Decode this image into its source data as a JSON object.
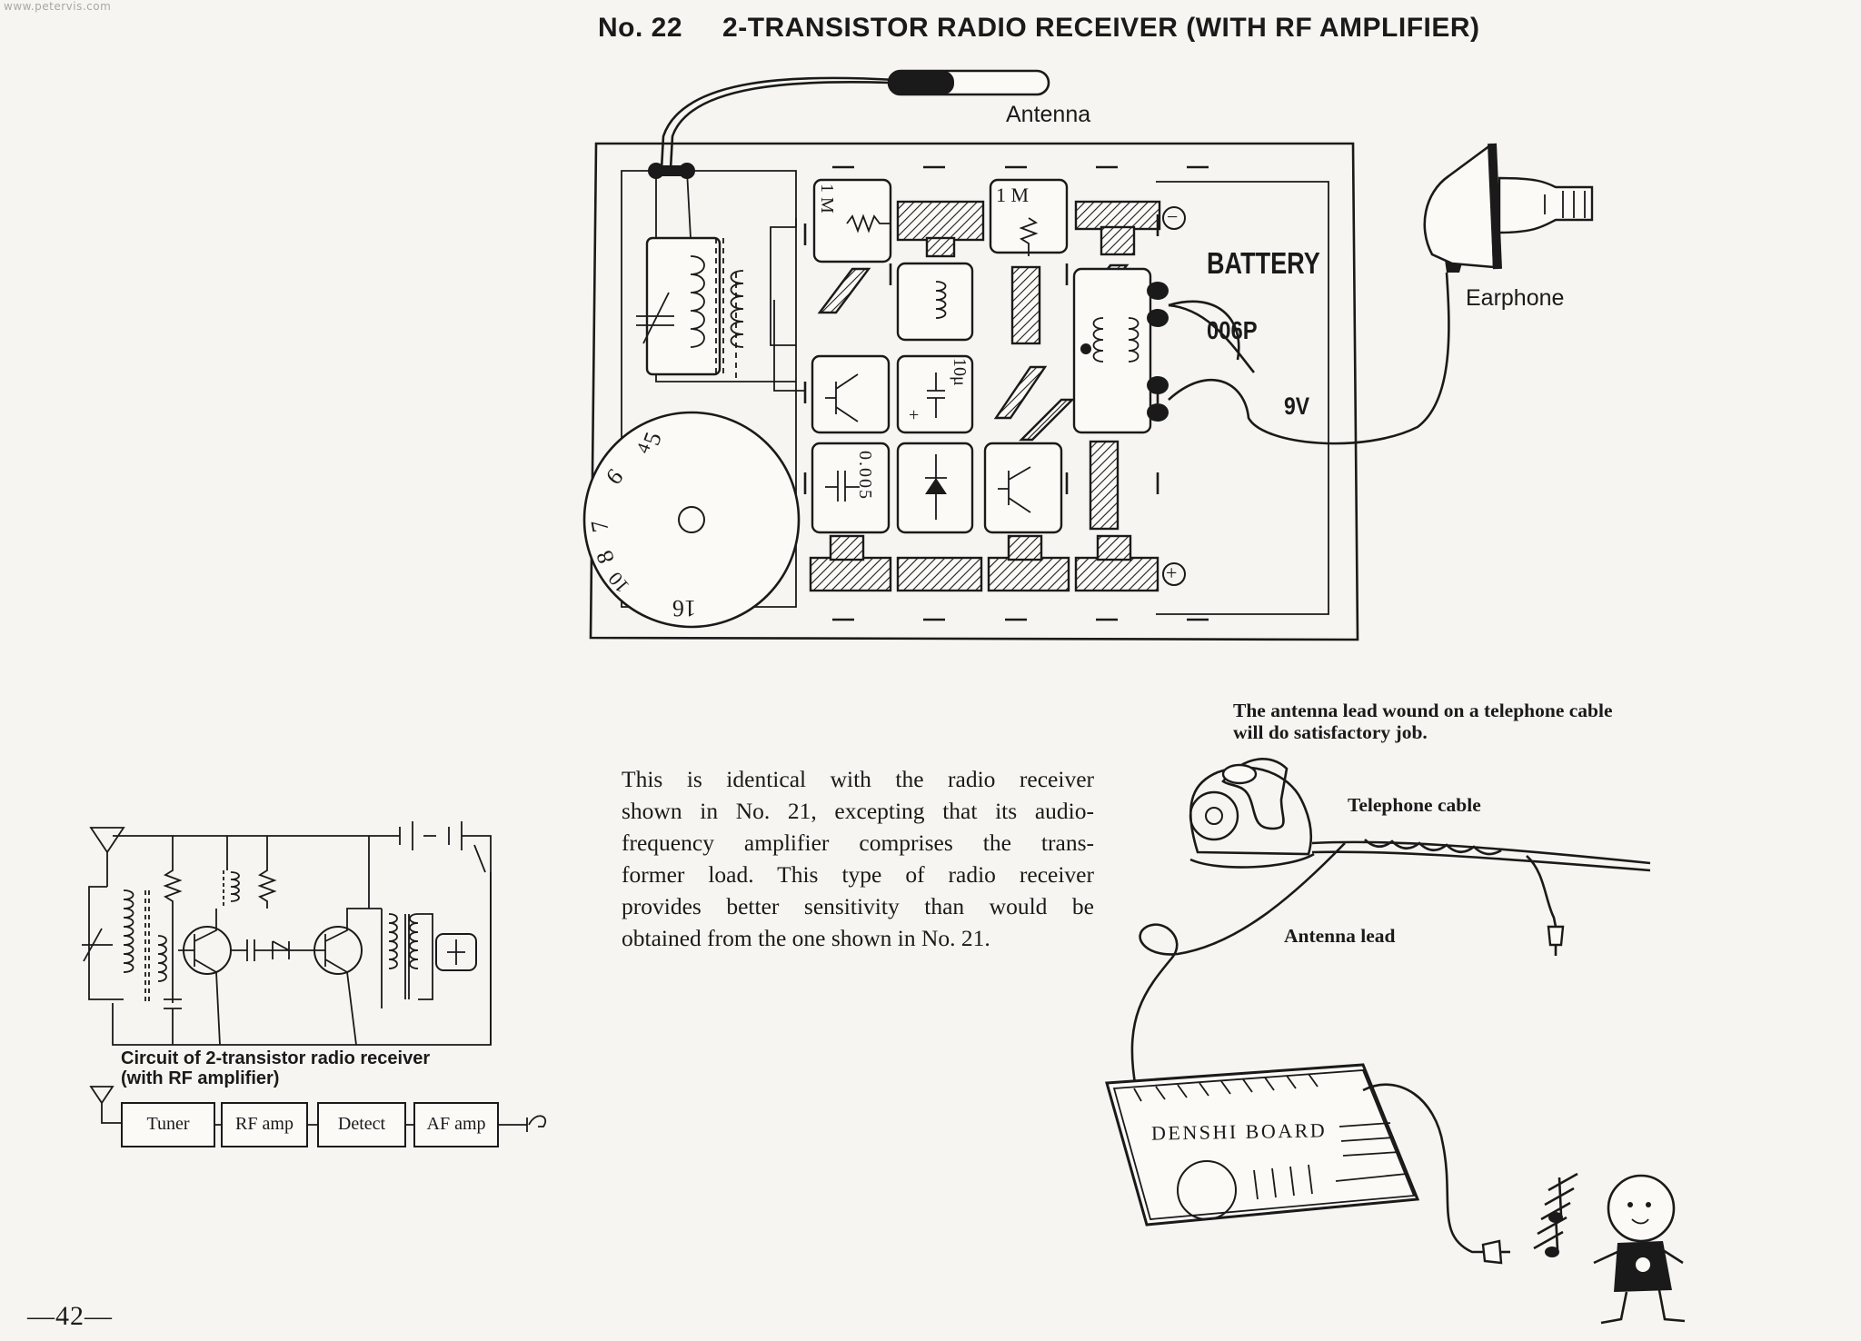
{
  "watermark": "www.petervis.com",
  "header": {
    "number": "No. 22",
    "title": "2-TRANSISTOR RADIO RECEIVER (WITH RF AMPLIFIER)"
  },
  "board_labels": {
    "antenna": "Antenna",
    "earphone": "Earphone",
    "battery": "BATTERY",
    "battery_type": "006P",
    "voltage": "9V",
    "resistor_1": "1 M",
    "resistor_2": "1 M",
    "capacitor_electrolytic": "10μ",
    "capacitor_ceramic": "0.005",
    "plus_sign": "+",
    "battery_minus": "−",
    "battery_plus": "+",
    "dial_numbers": [
      "5",
      "4",
      "6",
      "7",
      "8",
      "10",
      "16"
    ]
  },
  "description": {
    "lines": [
      "This is identical with the radio receiver",
      "shown in No. 21, excepting that its audio-",
      "frequency amplifier comprises the trans-",
      "former load. This type of radio receiver",
      "provides better sensitivity than would be",
      "obtained from the one shown in No. 21."
    ]
  },
  "telephone_illustration": {
    "note_lines": [
      "The antenna lead wound on a telephone cable",
      "will do satisfactory job."
    ],
    "cable_label": "Telephone cable",
    "lead_label": "Antenna lead",
    "board_label": "DENSHI BOARD"
  },
  "circuit": {
    "caption_lines": [
      "Circuit of 2-transistor radio receiver",
      "(with RF amplifier)"
    ],
    "blocks": [
      "Tuner",
      "RF amp",
      "Detect",
      "AF amp"
    ]
  },
  "page_number": "—42—"
}
